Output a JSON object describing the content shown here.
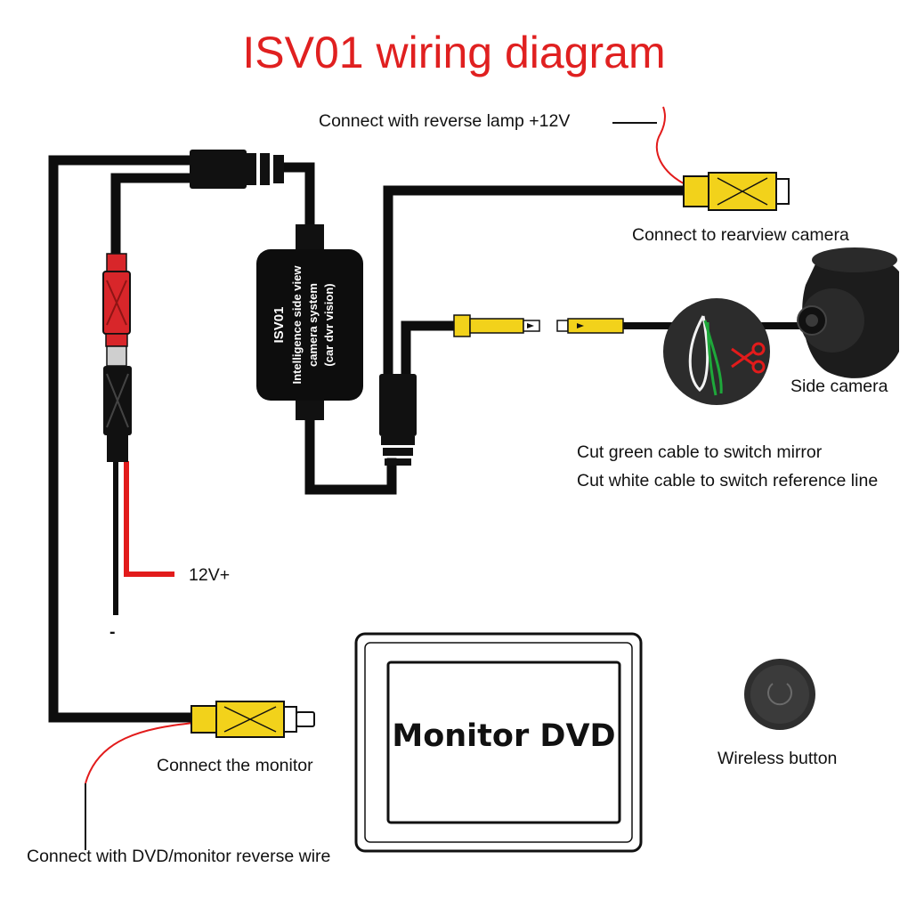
{
  "title": "ISV01 wiring diagram",
  "labels": {
    "reverse_lamp": "Connect with reverse lamp +12V",
    "rearview_camera": "Connect to rearview camera",
    "side_camera": "Side camera",
    "cut_green": "Cut green cable to switch mirror",
    "cut_white": "Cut white cable to switch reference line",
    "power_positive": "12V+",
    "power_negative": "-",
    "connect_monitor": "Connect the monitor",
    "dvd_reverse_wire": "Connect with DVD/monitor reverse wire",
    "monitor": "Monitor DVD",
    "wireless_button": "Wireless button"
  },
  "module": {
    "line1": "ISV01",
    "line2": "Intelligence side view",
    "line3": "camera system",
    "line4": "(car dvr vision)"
  },
  "colors": {
    "title": "#e02020",
    "wire": "#0d0d0d",
    "power_wire": "#e21b1b",
    "rca_yellow": "#f2d21b",
    "red_connector": "#d8262a",
    "green_cable": "#1ea83a"
  },
  "icons": [
    "scissors-icon",
    "power-icon"
  ]
}
